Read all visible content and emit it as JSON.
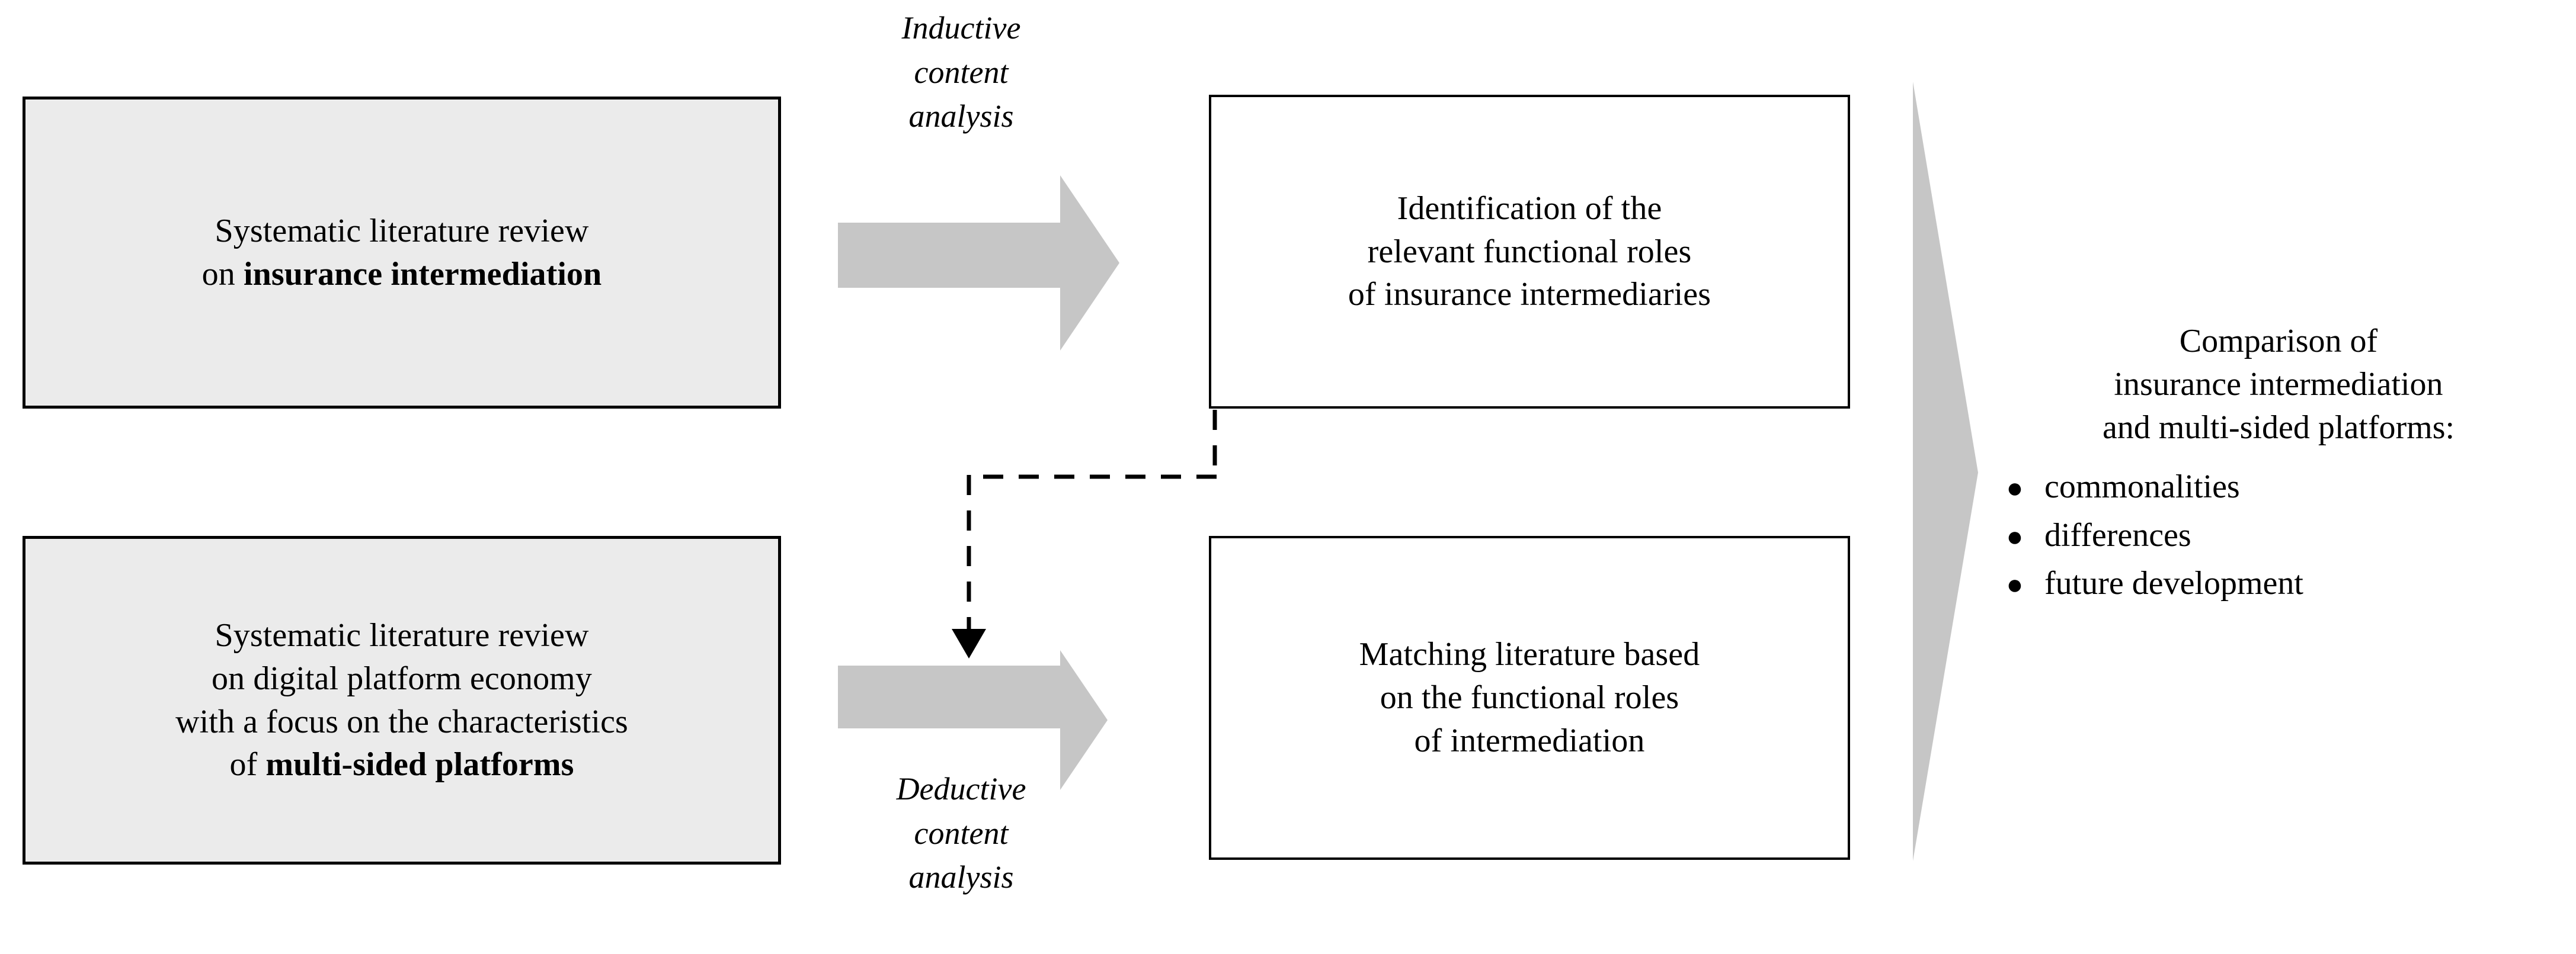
{
  "diagram": {
    "title_text_present": false,
    "colors": {
      "box_fill_shaded": "#ebebeb",
      "box_fill_plain": "#ffffff",
      "box_border": "#000000",
      "arrow_gray": "#c6c6c6",
      "text": "#000000"
    },
    "boxes": [
      {
        "id": "slr-insurance",
        "style": "shaded",
        "line1": "Systematic literature review",
        "line2_prefix": "on ",
        "line2_bold": "insurance intermediation",
        "line2_suffix": ""
      },
      {
        "id": "slr-platform",
        "style": "shaded",
        "line1": "Systematic literature review",
        "line2": "on digital platform economy",
        "line3": "with a focus on the characteristics",
        "line4_prefix": "of ",
        "line4_bold": "multi-sided platforms",
        "line4_suffix": ""
      },
      {
        "id": "identify",
        "style": "plain",
        "line1": "Identification of the",
        "line2": "relevant functional roles",
        "line3": "of insurance intermediaries"
      },
      {
        "id": "matching",
        "style": "plain",
        "line1": "Matching literature based",
        "line2": "on the functional roles",
        "line3": "of intermediation"
      }
    ],
    "captions": {
      "inductive": "Inductive\ncontent\nanalysis",
      "deductive": "Deductive\ncontent\nanalysis"
    },
    "conclusion": {
      "headline": "Comparison of\ninsurance intermediation\nand multi-sided platforms:",
      "bullet_glyph": "●",
      "bullets": [
        "commonalities",
        "differences",
        "future development"
      ]
    },
    "connectors": {
      "arrow_top_label": "inductive-content-analysis-arrow",
      "arrow_bottom_label": "deductive-content-analysis-arrow",
      "dashed_label": "feedback-dashed-connector",
      "chevron_label": "comparison-chevron-arrow"
    }
  }
}
